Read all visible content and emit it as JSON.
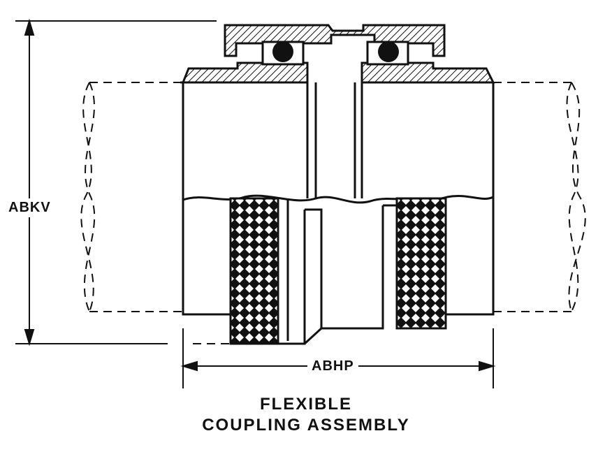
{
  "diagram": {
    "dimension_height_label": "ABKV",
    "dimension_length_label": "ABHP",
    "caption_line_1": "FLEXIBLE",
    "caption_line_2": "COUPLING ASSEMBLY"
  },
  "colors": {
    "ink": "#111111",
    "paper": "#ffffff"
  }
}
